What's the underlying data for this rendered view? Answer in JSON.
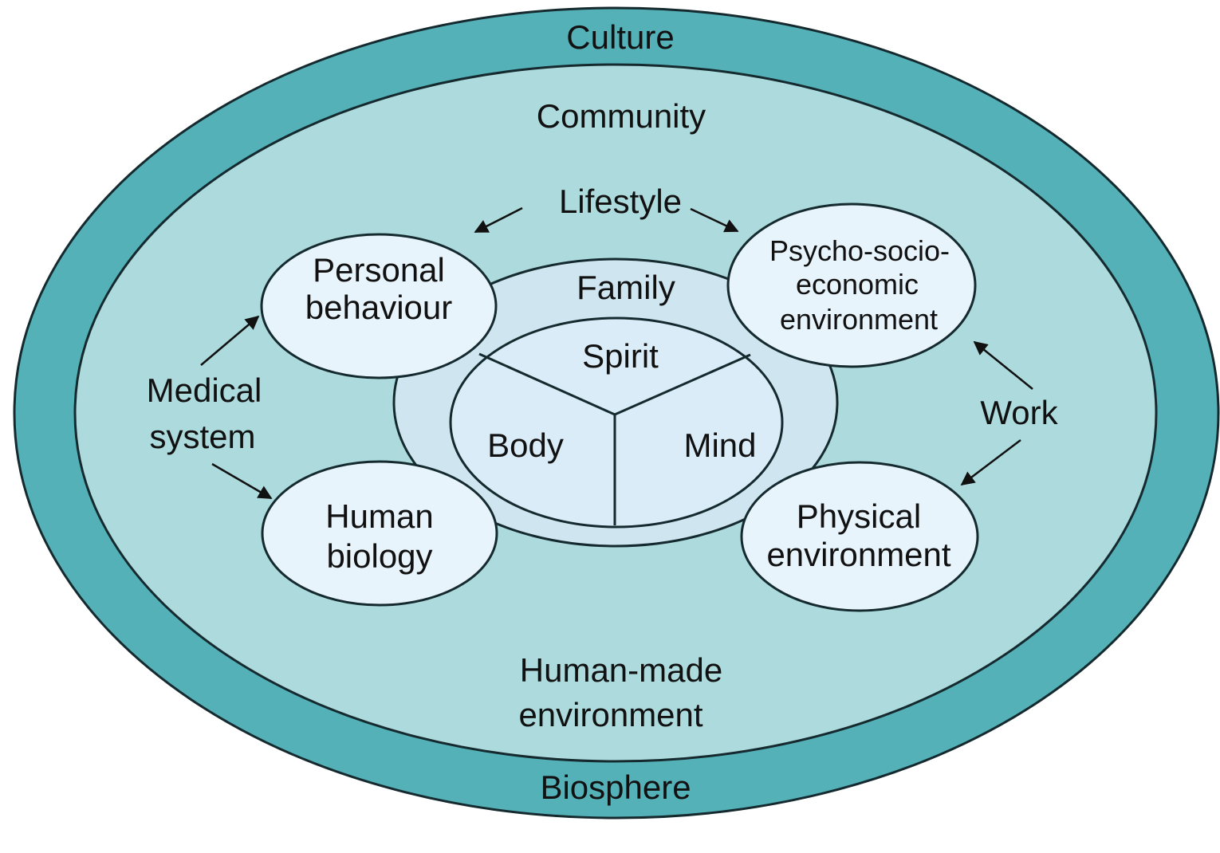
{
  "colors": {
    "outer_ring": "#55b1b8",
    "community": "#acdadd",
    "family": "#cfe6f1",
    "core": "#d9ecf8",
    "node": "#e8f4fb",
    "outline": "#152a2e"
  },
  "rings": {
    "culture": "Culture",
    "biosphere": "Biosphere",
    "community": "Community",
    "human_made": [
      "Human-made",
      "environment"
    ],
    "family": "Family"
  },
  "core": {
    "spirit": "Spirit",
    "body": "Body",
    "mind": "Mind"
  },
  "nodes": {
    "personal_behaviour": [
      "Personal",
      "behaviour"
    ],
    "human_biology": [
      "Human",
      "biology"
    ],
    "psycho_socio": [
      "Psycho-socio-",
      "economic",
      "environment"
    ],
    "physical_environment": [
      "Physical",
      "environment"
    ]
  },
  "influences": {
    "lifestyle": "Lifestyle",
    "medical_system": [
      "Medical",
      "system"
    ],
    "work": "Work"
  },
  "arrow_icon": "arrowhead-icon"
}
